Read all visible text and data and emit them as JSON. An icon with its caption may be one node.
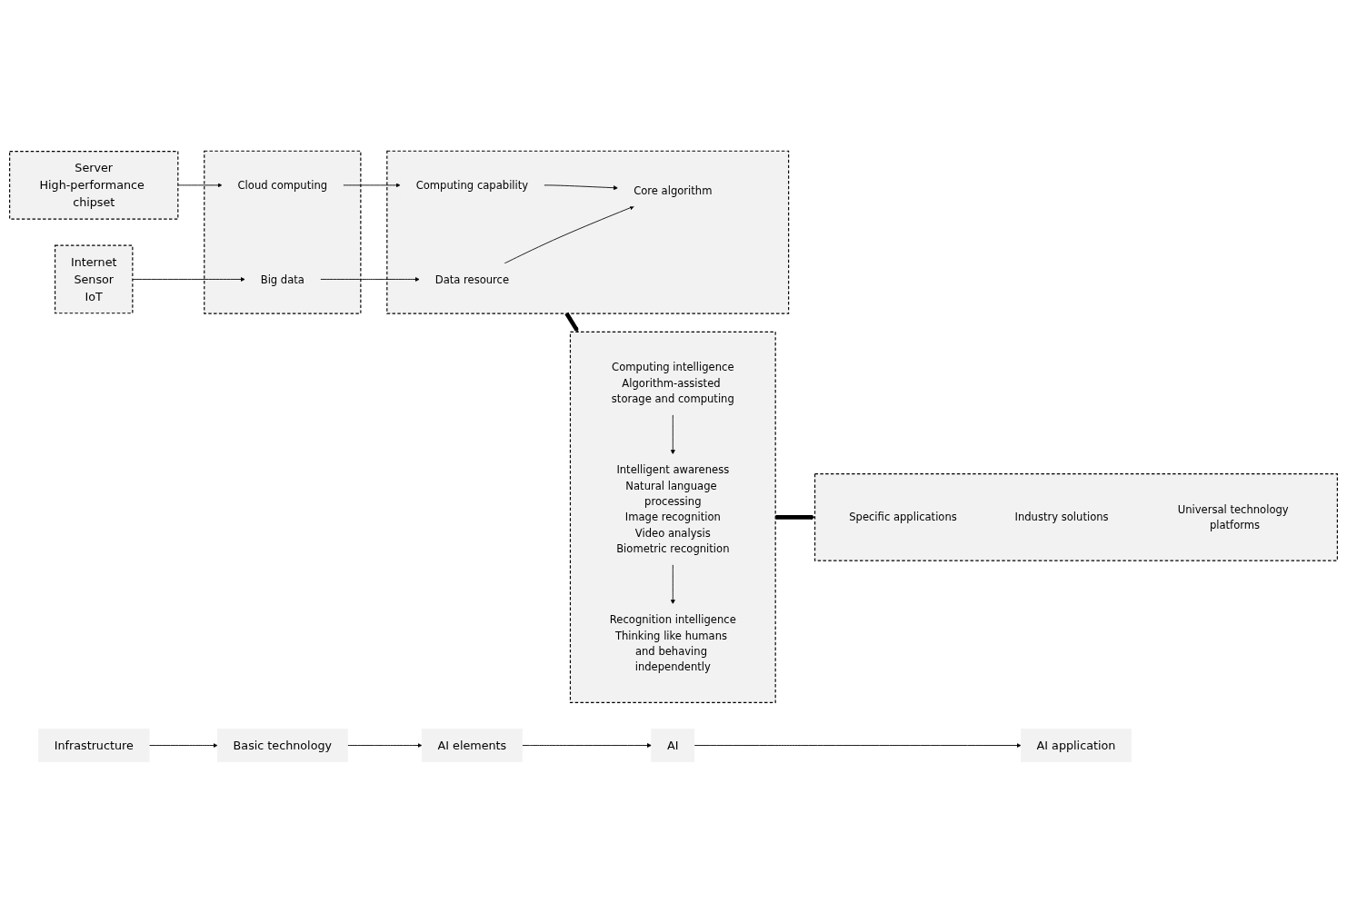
{
  "diagram": {
    "nodes": [
      {
        "text": [
          "Infrastructure"
        ]
      },
      {
        "text": [
          "Basic technology"
        ]
      },
      {
        "text": [
          "AI elements"
        ]
      },
      {
        "text": [
          "AI"
        ]
      },
      {
        "text": [
          "AI application"
        ]
      },
      {
        "text": [
          "Internet",
          "Sensor",
          "IoT"
        ]
      },
      {
        "text": [
          "Server",
          "High-performance chipset"
        ]
      },
      {
        "text": [],
        "shape": "box"
      },
      {
        "text": [
          "Big data"
        ],
        "in": 7
      },
      {
        "text": [
          "Cloud computing"
        ],
        "in": 7
      },
      {
        "text": [],
        "shape": "box"
      },
      {
        "text": [
          "Data resource"
        ],
        "in": 10
      },
      {
        "text": [
          "Core algorithm"
        ],
        "in": 10
      },
      {
        "text": [
          "Computing capability"
        ],
        "in": 10
      },
      {
        "text": [],
        "shape": "box"
      },
      {
        "text": [
          "Computing intelligence",
          "Algorithm-assisted storage and computing"
        ],
        "in": 14
      },
      {
        "text": [
          "Intelligent awareness",
          "Natural language processing",
          "Image recognition",
          "Video analysis",
          "Biometric recognition"
        ],
        "in": 14
      },
      {
        "text": [
          "Recognition intelligence",
          "Thinking like humans and behaving independently"
        ],
        "in": 14
      },
      {
        "text": [],
        "shape": "box"
      },
      {
        "text": [
          "Specific applications"
        ],
        "in": 18
      },
      {
        "text": [
          "Industry solutions"
        ],
        "in": 18
      },
      {
        "text": [
          "Universal technology platforms"
        ],
        "in": 18
      }
    ],
    "edges": [
      {
        "from": 0,
        "to": 1,
        "arrow": "to"
      },
      {
        "from": 1,
        "to": 2,
        "arrow": "to"
      },
      {
        "from": 2,
        "to": 3,
        "arrow": "to"
      },
      {
        "from": 3,
        "to": 4,
        "arrow": "to"
      },
      {
        "from": 5,
        "to": 8,
        "arrow": "to"
      },
      {
        "from": 8,
        "to": 11,
        "arrow": "to"
      },
      {
        "from": 6,
        "to": 9,
        "arrow": "to"
      },
      {
        "from": 9,
        "to": 13,
        "arrow": "to"
      },
      {
        "from": 11,
        "to": 12,
        "arrow": "to"
      },
      {
        "from": 13,
        "to": 12,
        "arrow": "to"
      },
      {
        "from": 15,
        "to": 16,
        "arrow": "to"
      },
      {
        "from": 16,
        "to": 17,
        "arrow": "to"
      },
      {
        "from": 10,
        "to": 14,
        "arrow": "to",
        "style": "thick"
      },
      {
        "from": 14,
        "to": 18,
        "arrow": "to",
        "style": "thick"
      }
    ]
  }
}
